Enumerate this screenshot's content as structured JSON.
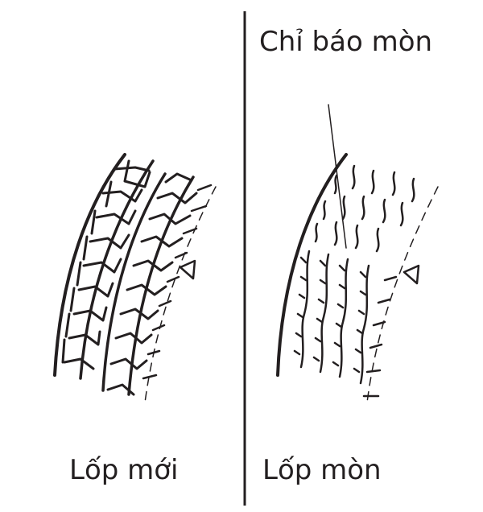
{
  "labels": {
    "wear_indicator": "Chỉ báo mòn",
    "new_tire": "Lốp mới",
    "worn_tire": "Lốp mòn"
  },
  "colors": {
    "ink": "#231f20",
    "background": "#ffffff"
  }
}
